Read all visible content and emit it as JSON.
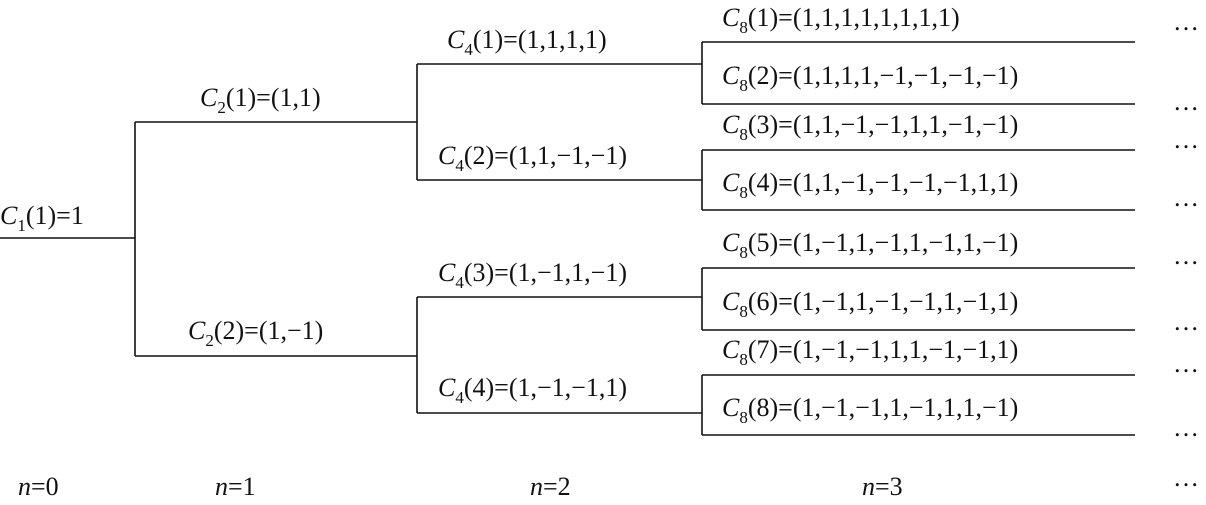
{
  "tree": {
    "levels": [
      "0",
      "1",
      "2",
      "3"
    ],
    "more_marker": "…",
    "nodes": [
      {
        "id": "c1-1",
        "letter": "C",
        "sub": "1",
        "index": "(1)",
        "eq": "=",
        "vector": "1"
      },
      {
        "id": "c2-1",
        "letter": "C",
        "sub": "2",
        "index": "(1)",
        "eq": "=",
        "vector": "(1,1)"
      },
      {
        "id": "c2-2",
        "letter": "C",
        "sub": "2",
        "index": "(2)",
        "eq": "=",
        "vector": "(1,−1)"
      },
      {
        "id": "c4-1",
        "letter": "C",
        "sub": "4",
        "index": "(1)",
        "eq": "=",
        "vector": "(1,1,1,1)"
      },
      {
        "id": "c4-2",
        "letter": "C",
        "sub": "4",
        "index": "(2)",
        "eq": "=",
        "vector": "(1,1,−1,−1)"
      },
      {
        "id": "c4-3",
        "letter": "C",
        "sub": "4",
        "index": "(3)",
        "eq": "=",
        "vector": "(1,−1,1,−1)"
      },
      {
        "id": "c4-4",
        "letter": "C",
        "sub": "4",
        "index": "(4)",
        "eq": "=",
        "vector": "(1,−1,−1,1)"
      },
      {
        "id": "c8-1",
        "letter": "C",
        "sub": "8",
        "index": "(1)",
        "eq": "=",
        "vector": "(1,1,1,1,1,1,1,1)"
      },
      {
        "id": "c8-2",
        "letter": "C",
        "sub": "8",
        "index": "(2)",
        "eq": "=",
        "vector": "(1,1,1,1,−1,−1,−1,−1)"
      },
      {
        "id": "c8-3",
        "letter": "C",
        "sub": "8",
        "index": "(3)",
        "eq": "=",
        "vector": "(1,1,−1,−1,1,1,−1,−1)"
      },
      {
        "id": "c8-4",
        "letter": "C",
        "sub": "8",
        "index": "(4)",
        "eq": "=",
        "vector": "(1,1,−1,−1,−1,−1,1,1)"
      },
      {
        "id": "c8-5",
        "letter": "C",
        "sub": "8",
        "index": "(5)",
        "eq": "=",
        "vector": "(1,−1,1,−1,1,−1,1,−1)"
      },
      {
        "id": "c8-6",
        "letter": "C",
        "sub": "8",
        "index": "(6)",
        "eq": "=",
        "vector": "(1,−1,1,−1,−1,1,−1,1)"
      },
      {
        "id": "c8-7",
        "letter": "C",
        "sub": "8",
        "index": "(7)",
        "eq": "=",
        "vector": "(1,−1,−1,1,1,−1,−1,1)"
      },
      {
        "id": "c8-8",
        "letter": "C",
        "sub": "8",
        "index": "(8)",
        "eq": "=",
        "vector": "(1,−1,−1,1,−1,1,1,−1)"
      }
    ]
  }
}
